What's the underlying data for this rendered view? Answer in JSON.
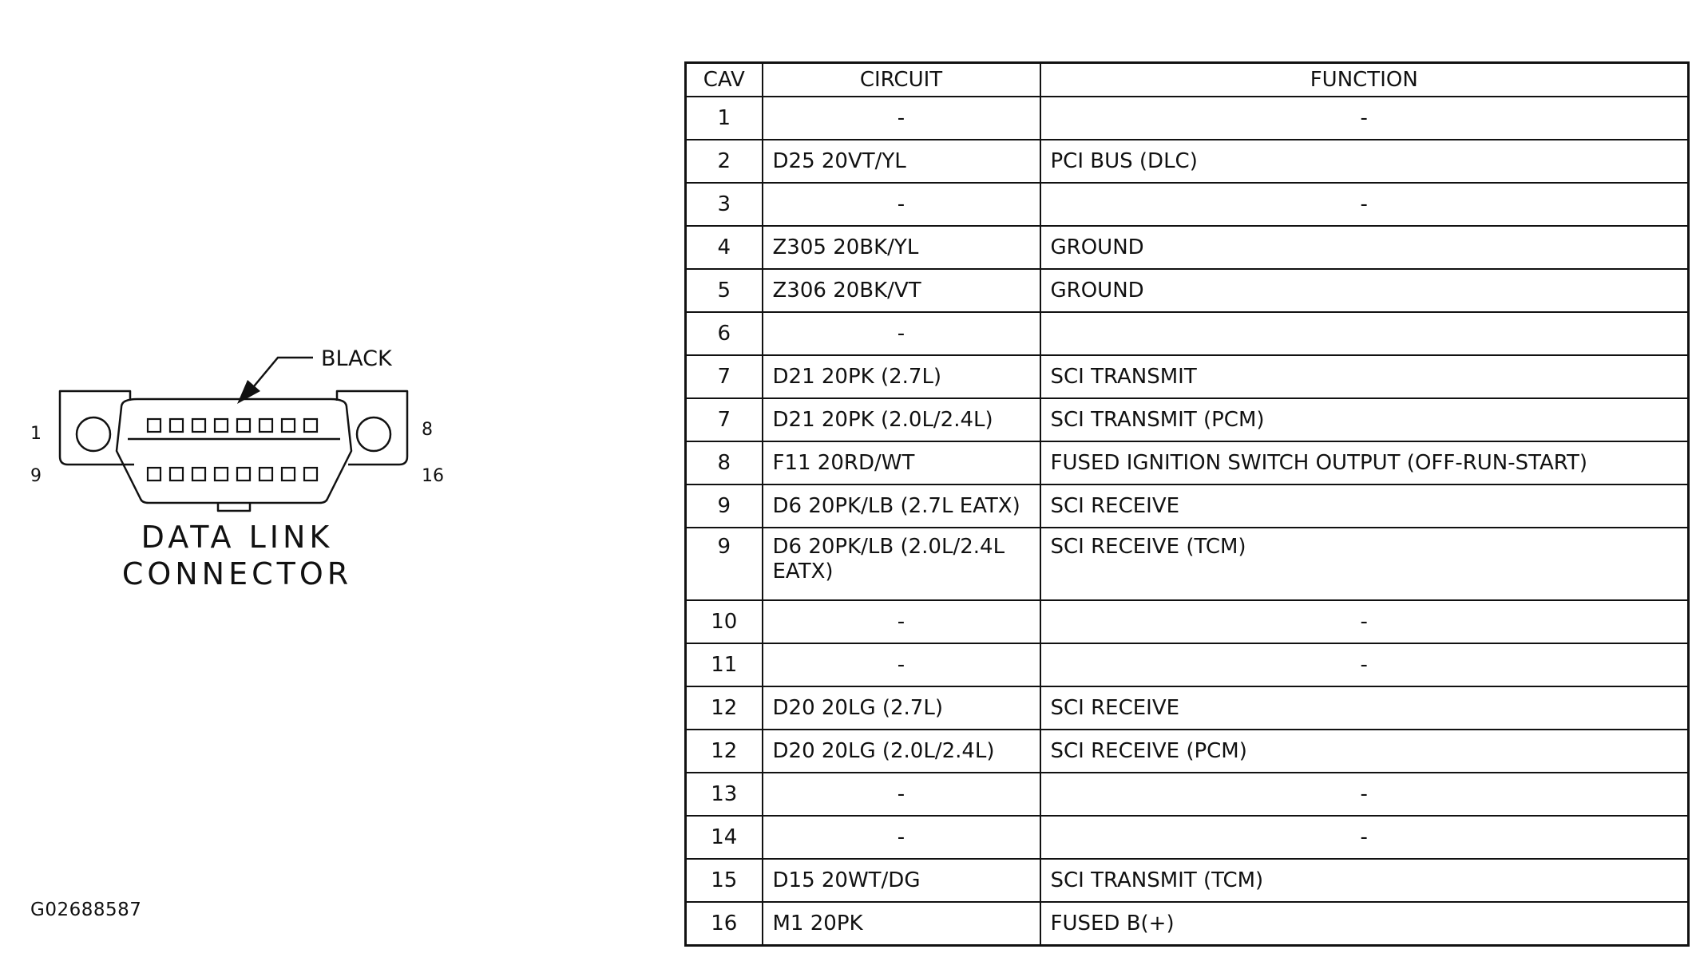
{
  "connector": {
    "callout": "BLACK",
    "label_line1": "DATA LINK",
    "label_line2": "CONNECTOR",
    "pin_top_left": "1",
    "pin_top_right": "8",
    "pin_bottom_left": "9",
    "pin_bottom_right": "16"
  },
  "table": {
    "headers": {
      "cav": "CAV",
      "circuit": "CIRCUIT",
      "function": "FUNCTION"
    },
    "rows": [
      {
        "cav": "1",
        "circuit": "-",
        "function": "-"
      },
      {
        "cav": "2",
        "circuit": "D25 20VT/YL",
        "function": "PCI BUS (DLC)"
      },
      {
        "cav": "3",
        "circuit": "-",
        "function": "-"
      },
      {
        "cav": "4",
        "circuit": "Z305 20BK/YL",
        "function": "GROUND"
      },
      {
        "cav": "5",
        "circuit": "Z306 20BK/VT",
        "function": "GROUND"
      },
      {
        "cav": "6",
        "circuit": "-",
        "function": ""
      },
      {
        "cav": "7",
        "circuit": "D21 20PK (2.7L)",
        "function": "SCI TRANSMIT"
      },
      {
        "cav": "7",
        "circuit": "D21 20PK (2.0L/2.4L)",
        "function": "SCI TRANSMIT (PCM)"
      },
      {
        "cav": "8",
        "circuit": "F11 20RD/WT",
        "function": "FUSED IGNITION SWITCH OUTPUT (OFF-RUN-START)"
      },
      {
        "cav": "9",
        "circuit": "D6 20PK/LB (2.7L EATX)",
        "function": "SCI RECEIVE"
      },
      {
        "cav": "9",
        "circuit": "D6 20PK/LB (2.0L/2.4L EATX)",
        "function": "SCI RECEIVE (TCM)"
      },
      {
        "cav": "10",
        "circuit": "-",
        "function": "-"
      },
      {
        "cav": "11",
        "circuit": "-",
        "function": "-"
      },
      {
        "cav": "12",
        "circuit": "D20 20LG (2.7L)",
        "function": "SCI RECEIVE"
      },
      {
        "cav": "12",
        "circuit": "D20 20LG (2.0L/2.4L)",
        "function": "SCI RECEIVE (PCM)"
      },
      {
        "cav": "13",
        "circuit": "-",
        "function": "-"
      },
      {
        "cav": "14",
        "circuit": "-",
        "function": "-"
      },
      {
        "cav": "15",
        "circuit": "D15 20WT/DG",
        "function": "SCI TRANSMIT (TCM)"
      },
      {
        "cav": "16",
        "circuit": "M1 20PK",
        "function": "FUSED B(+)"
      }
    ]
  },
  "figure_id": "G02688587"
}
